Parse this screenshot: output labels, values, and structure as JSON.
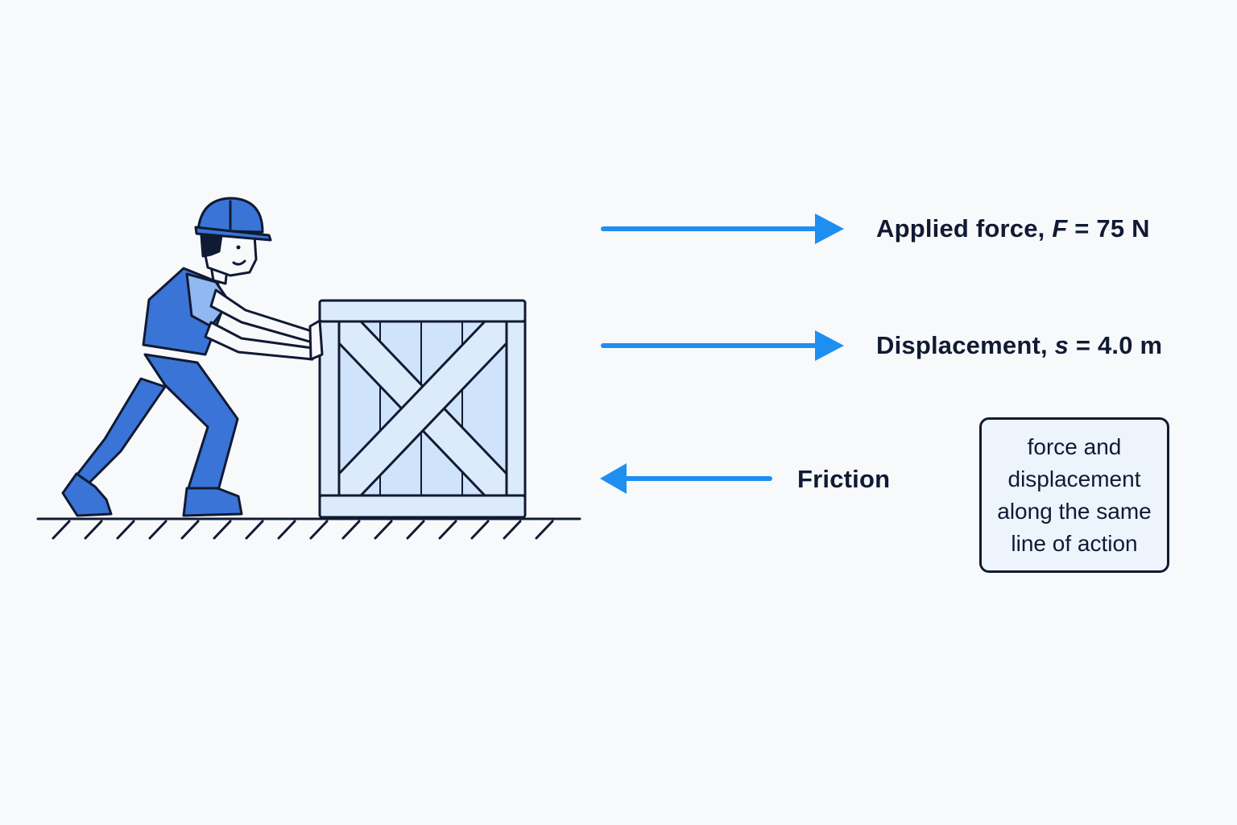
{
  "labels": {
    "force_prefix": "Applied force, ",
    "force_symbol": "F",
    "force_value": " = 75 N",
    "disp_prefix": "Displacement, ",
    "disp_symbol": "s",
    "disp_value": " = 4.0 m",
    "friction": "Friction"
  },
  "note": {
    "text": "force and displacement along the same line of action"
  },
  "colors": {
    "arrow": "#1f8ef1",
    "outline": "#101a33",
    "worker_blue": "#3a74d6",
    "crate_fill": "#cfe3fa",
    "background": "#f8f9fb"
  },
  "icons": {
    "worker": "worker-pushing-icon",
    "crate": "wooden-crate-icon",
    "ground": "hatched-ground-icon"
  }
}
